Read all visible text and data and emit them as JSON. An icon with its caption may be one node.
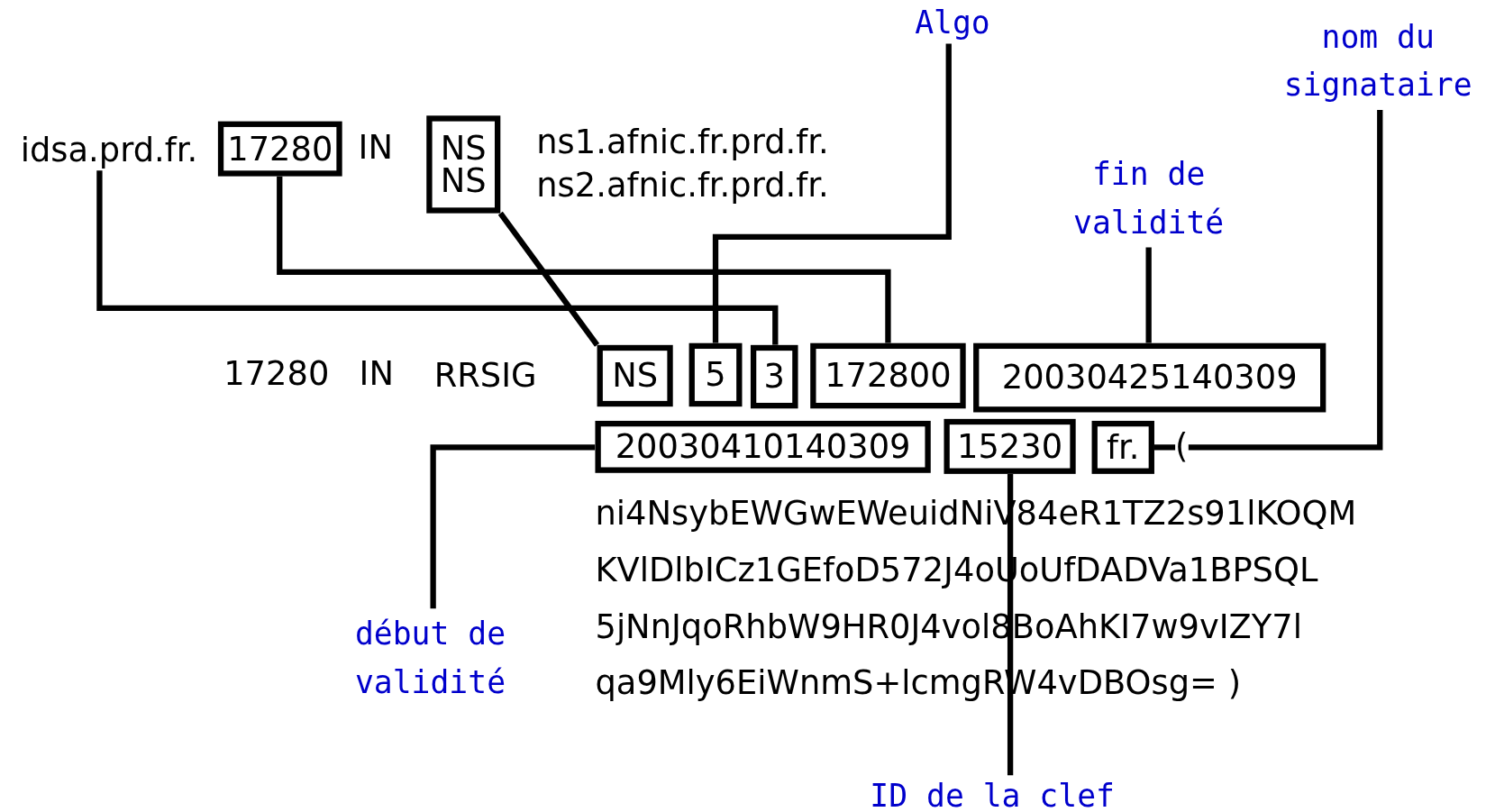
{
  "diagram": {
    "nodes": [
      {
        "text": [
          "idsa.prd.fr."
        ]
      },
      {
        "text": [
          "17280"
        ]
      },
      {
        "text": [
          "NS",
          "NS"
        ]
      },
      {
        "text": [
          "NS"
        ]
      },
      {
        "text": [
          "5"
        ]
      },
      {
        "text": [
          "3"
        ]
      },
      {
        "text": [
          "172800"
        ]
      },
      {
        "text": [
          "20030425140309"
        ]
      },
      {
        "text": [
          "20030410140309"
        ]
      },
      {
        "text": [
          "15230"
        ]
      },
      {
        "text": [
          "fr."
        ]
      },
      {
        "text": [
          "Algo"
        ]
      },
      {
        "text": [
          "nom du signataire"
        ]
      },
      {
        "text": [
          "fin de validité"
        ]
      },
      {
        "text": [
          "début de validité"
        ]
      },
      {
        "text": [
          "ID de la clef"
        ]
      }
    ],
    "edges": [
      {
        "from": 0,
        "to": 5,
        "arrow": "none"
      },
      {
        "from": 1,
        "to": 6,
        "arrow": "none"
      },
      {
        "from": 2,
        "to": 3,
        "arrow": "none"
      },
      {
        "from": 11,
        "to": 4,
        "arrow": "none"
      },
      {
        "from": 13,
        "to": 7,
        "arrow": "none"
      },
      {
        "from": 12,
        "to": 10,
        "arrow": "none"
      },
      {
        "from": 14,
        "to": 8,
        "arrow": "none"
      },
      {
        "from": 15,
        "to": 9,
        "arrow": "none"
      }
    ],
    "labels": [
      "IN",
      "ns1.afnic.fr.prd.fr.",
      "ns2.afnic.fr.prd.fr.",
      "17280",
      "IN",
      "RRSIG",
      "(",
      "ni4NsybEWGwEWeuidNiV84eR1TZ2s91lKOQM",
      "KVlDlbICz1GEfoD572J4oUoUfDADVa1BPSQL",
      "5jNnJqoRhbW9HR0J4vol8BoAhKI7w9vIZY7l",
      "qa9Mly6EiWnmS+lcmgRW4vDBOsg= )"
    ]
  }
}
